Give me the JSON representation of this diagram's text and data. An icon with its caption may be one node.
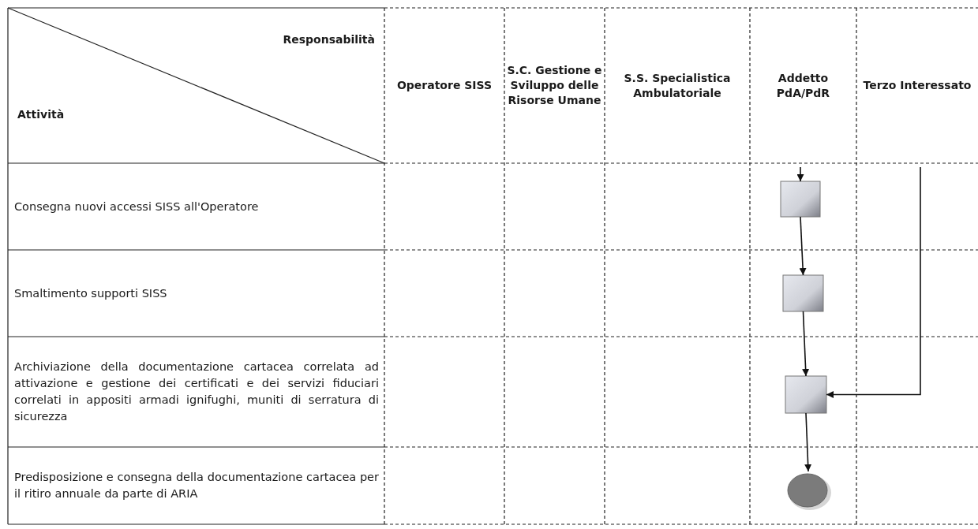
{
  "diagram": {
    "nodes": [
      {
        "text": [],
        "shape": "box"
      },
      {
        "text": [],
        "shape": "box"
      },
      {
        "text": [],
        "shape": "box"
      },
      {
        "text": [],
        "shape": "circle"
      }
    ],
    "edges": [
      {
        "from": null,
        "to": 0,
        "arrow": "to"
      },
      {
        "from": 0,
        "to": 1,
        "arrow": "to"
      },
      {
        "from": 1,
        "to": 2,
        "arrow": "to"
      },
      {
        "from": null,
        "to": 2,
        "arrow": "to"
      },
      {
        "from": 2,
        "to": 3,
        "arrow": "to"
      }
    ],
    "labels": [
      "Responsabilità",
      "Attività",
      "Operatore SISS",
      "S.C. Gestione e Sviluppo delle Risorse Umane",
      "S.S. Specialistica Ambulatoriale",
      "Addetto PdA/PdR",
      "Terzo Interessato",
      "Consegna nuovi accessi SISS all'Operatore",
      "Smaltimento supporti SISS",
      "Archiviazione della documentazione cartacea correlata ad attivazione e gestione dei certificati e dei servizi fiduciari correlati in appositi armadi ignifughi, muniti di serratura di sicurezza",
      "Predisposizione e consegna della documentazione cartacea per il ritiro annuale da parte di ARIA"
    ]
  }
}
